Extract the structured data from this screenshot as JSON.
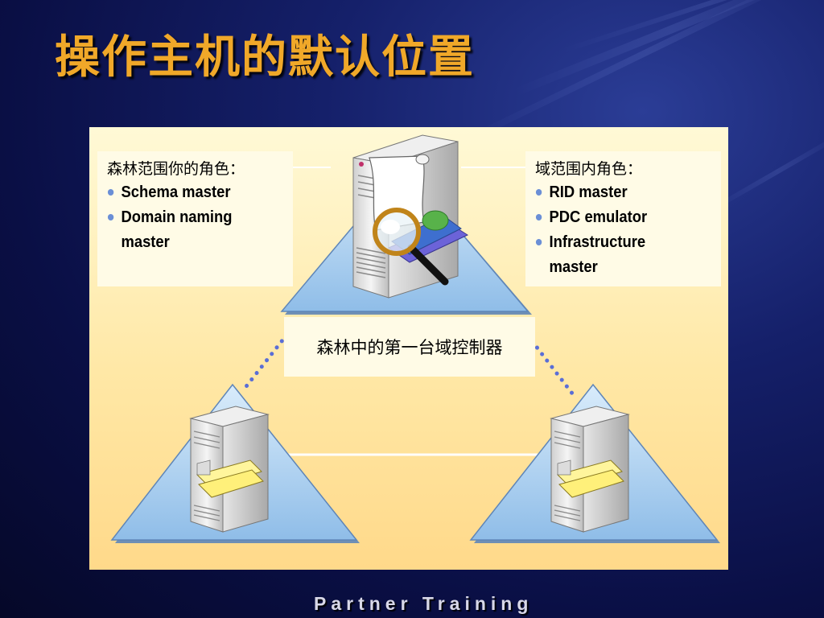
{
  "slide": {
    "title": "操作主机的默认位置",
    "footer": "Partner Training"
  },
  "forest_roles": {
    "heading": "森林范围你的角色：",
    "items": [
      "Schema master",
      "Domain naming",
      "master"
    ]
  },
  "domain_roles": {
    "heading": "域范围内角色：",
    "items": [
      "RID master",
      "PDC emulator",
      "Infrastructure",
      "master"
    ]
  },
  "center_label": "森林中的第一台域控制器",
  "icons": [
    "server-with-magnifier-icon",
    "server-icon-left",
    "server-icon-right"
  ],
  "colors": {
    "title": "#f0a829",
    "triangle_fill": "#a8cdef",
    "bullet": "#6b8fd6",
    "dotted_link": "#5a6ed6"
  }
}
